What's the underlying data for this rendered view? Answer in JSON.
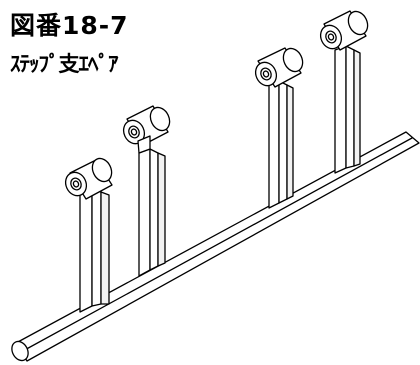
{
  "figure": {
    "number": "図番18-7",
    "caption": "ｽﾃｯﾌﾟ支ｴﾍﾟｱ"
  },
  "diagram": {
    "subject": "step support pair on horizontal bar",
    "stroke_color": "#000000",
    "fill_color": "#ffffff"
  }
}
